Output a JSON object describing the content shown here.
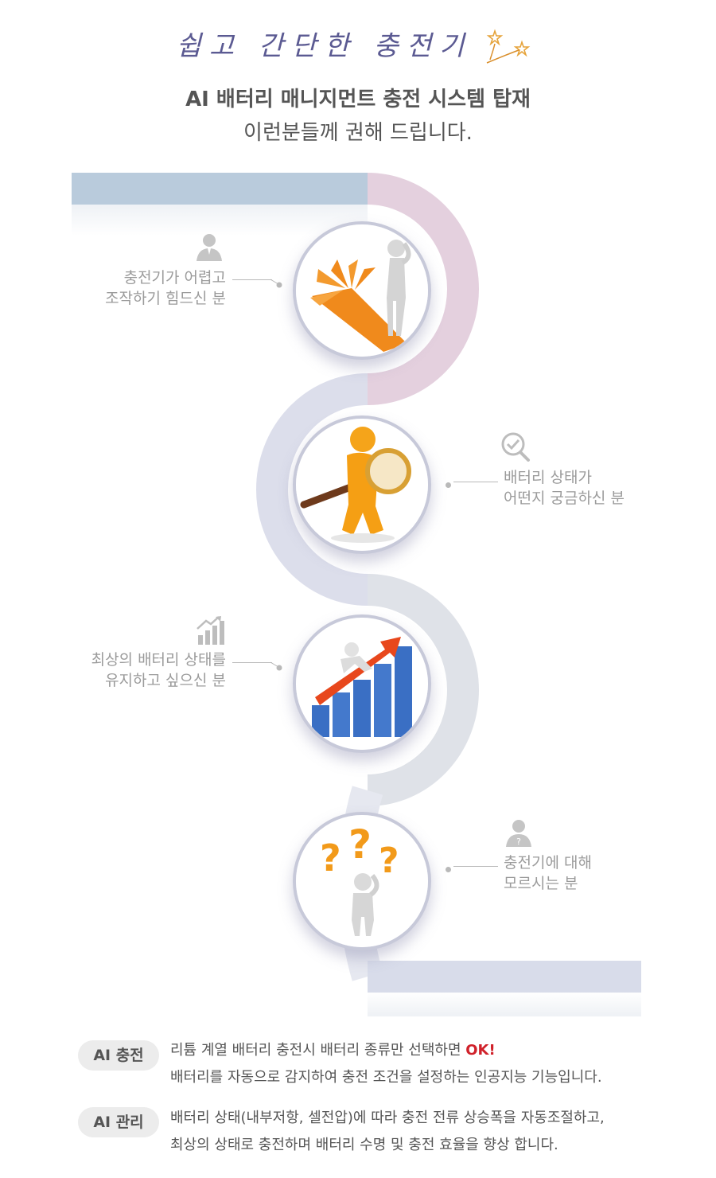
{
  "header": {
    "script_title": "쉽고 간단한 충전기",
    "headline": "AI 배터리 매니지먼트 충전 시스템 탑재",
    "subline": "이런분들께 권해 드립니다."
  },
  "colors": {
    "path_blue": "#b9cbdc",
    "path_pink": "#e4d0de",
    "path_lavender": "#dcdeeb",
    "path_gray": "#dfe2e8",
    "ok_red": "#d0212a"
  },
  "items": [
    {
      "line1": "충전기가 어렵고",
      "line2": "조작하기 힘드신 분",
      "icon": "user-icon",
      "image": "arrows-figure-image"
    },
    {
      "line1": "배터리 상태가",
      "line2": "어떤지 궁금하신 분",
      "icon": "magnifier-check-icon",
      "image": "magnifier-figure-image"
    },
    {
      "line1": "최상의 배터리 상태를",
      "line2": "유지하고 싶으신 분",
      "icon": "growth-chart-icon",
      "image": "bar-chart-figure-image"
    },
    {
      "line1": "충전기에 대해",
      "line2": "모르시는 분",
      "icon": "user-question-icon",
      "image": "question-figure-image"
    }
  ],
  "features": [
    {
      "badge": "AI 충전",
      "line1_pre": "리튬 계열 배터리 충전시 배터리 종류만 선택하면 ",
      "line1_ok": "OK!",
      "line2": "배터리를 자동으로 감지하여 충전 조건을 설정하는 인공지능 기능입니다."
    },
    {
      "badge": "AI 관리",
      "line1_pre": "배터리 상태(내부저항, 셀전압)에 따라 충전 전류 상승폭을 자동조절하고,",
      "line1_ok": "",
      "line2": "최상의 상태로 충전하며 배터리 수명 및 충전 효율을 향상 합니다."
    }
  ]
}
